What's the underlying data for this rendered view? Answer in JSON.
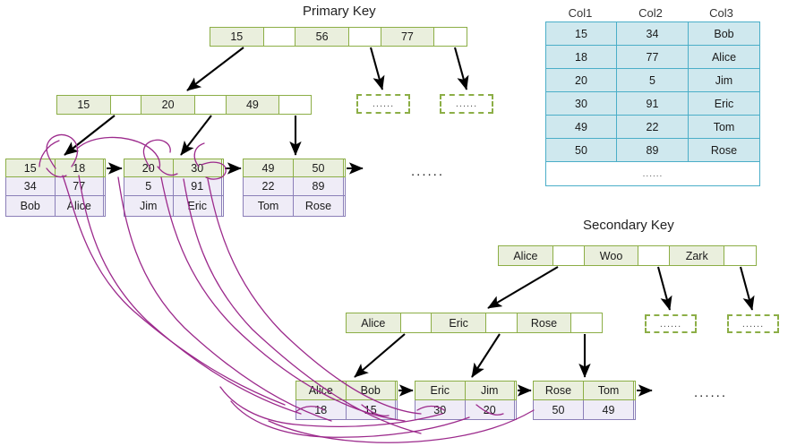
{
  "titles": {
    "primary": "Primary Key",
    "secondary": "Secondary Key"
  },
  "colors": {
    "index_border": "#8CAE46",
    "index_fill": "#EAEFDD",
    "leaf_border": "#8B7FB8",
    "leaf_fill": "#EFECF7",
    "table_border": "#4BAEC8",
    "table_fill": "#CFE8EE",
    "scribble": "#9C2A8C",
    "arrow": "#000000"
  },
  "ellipsis_text": "......",
  "dots_text": "......",
  "primary_tree": {
    "root": {
      "cells": [
        "15",
        "",
        "56",
        "",
        "77",
        ""
      ]
    },
    "internal": {
      "cells": [
        "15",
        "",
        "20",
        "",
        "49",
        ""
      ]
    },
    "placeholders": [
      {
        "label": "......"
      },
      {
        "label": "......"
      }
    ],
    "leaves": [
      {
        "keys": [
          "15",
          "18"
        ],
        "col2": [
          "34",
          "77"
        ],
        "col3": [
          "Bob",
          "Alice"
        ]
      },
      {
        "keys": [
          "20",
          "30"
        ],
        "col2": [
          "5",
          "91"
        ],
        "col3": [
          "Jim",
          "Eric"
        ]
      },
      {
        "keys": [
          "49",
          "50"
        ],
        "col2": [
          "22",
          "89"
        ],
        "col3": [
          "Tom",
          "Rose"
        ]
      }
    ],
    "tail_ellipsis": "......"
  },
  "secondary_tree": {
    "root": {
      "cells": [
        "Alice",
        "",
        "Woo",
        "",
        "Zark",
        ""
      ]
    },
    "internal": {
      "cells": [
        "Alice",
        "",
        "Eric",
        "",
        "Rose",
        ""
      ]
    },
    "placeholders": [
      {
        "label": "......"
      },
      {
        "label": "......"
      }
    ],
    "leaves": [
      {
        "keys": [
          "Alice",
          "Bob"
        ],
        "refs": [
          "18",
          "15"
        ]
      },
      {
        "keys": [
          "Eric",
          "Jim"
        ],
        "refs": [
          "30",
          "20"
        ]
      },
      {
        "keys": [
          "Rose",
          "Tom"
        ],
        "refs": [
          "50",
          "49"
        ]
      }
    ],
    "tail_ellipsis": "......"
  },
  "data_table": {
    "headers": [
      "Col1",
      "Col2",
      "Col3"
    ],
    "rows": [
      [
        "15",
        "34",
        "Bob"
      ],
      [
        "18",
        "77",
        "Alice"
      ],
      [
        "20",
        "5",
        "Jim"
      ],
      [
        "30",
        "91",
        "Eric"
      ],
      [
        "49",
        "22",
        "Tom"
      ],
      [
        "50",
        "89",
        "Rose"
      ]
    ],
    "footer": "......"
  }
}
